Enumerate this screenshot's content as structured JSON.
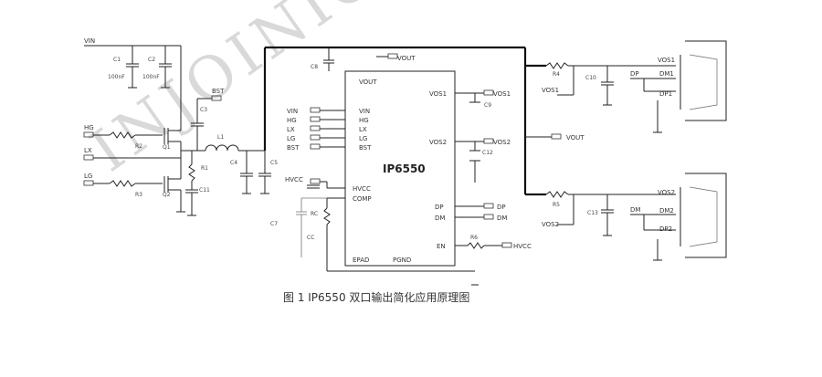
{
  "watermark": "INJOINIC",
  "caption": "图 1   IP6550 双口输出简化应用原理图",
  "chip": {
    "name": "IP6550",
    "pins_left": [
      "VIN",
      "HG",
      "LX",
      "LG",
      "BST"
    ],
    "pin_hvcc": "HVCC",
    "pin_comp": "COMP",
    "pin_epad": "EPAD",
    "pin_pgnd": "PGND",
    "pin_vout": "VOUT",
    "pins_right": [
      "VOS1",
      "VOS2",
      "DP",
      "DM",
      "EN"
    ]
  },
  "nets": {
    "vin": "VIN",
    "hg": "HG",
    "lx": "LX",
    "lg": "LG",
    "bst": "BST",
    "vout_top": "VOUT",
    "vout_mid": "VOUT",
    "hvcc_left": "HVCC",
    "hvcc_right": "HVCC",
    "vos1_out": "VOS1",
    "vos2_out": "VOS2",
    "dp_out": "DP",
    "dm_out": "DM",
    "vos1_r": "VOS1",
    "vos2_r": "VOS2",
    "dp_r": "DP",
    "dm_r": "DM"
  },
  "components": {
    "c1": "C1",
    "c1_value": "100nF",
    "c2": "C2",
    "c2_value": "100nF",
    "c3": "C3",
    "c4": "C4",
    "c5": "C5",
    "c7": "C7",
    "c8": "C8",
    "c9": "C9",
    "c10": "C10",
    "c11": "C11",
    "c12": "C12",
    "c13": "C13",
    "r1": "R1",
    "r2": "R2",
    "r3": "R3",
    "r4": "R4",
    "r5": "R5",
    "r6": "R6",
    "rc": "RC",
    "cc": "CC",
    "l1": "L1",
    "q1": "Q1",
    "q2": "Q2"
  },
  "ports": {
    "port1": {
      "vos": "VOS1",
      "dm": "DM1",
      "dp": "DP1"
    },
    "port2": {
      "vos": "VOS2",
      "dm": "DM2",
      "dp": "DP2"
    }
  }
}
